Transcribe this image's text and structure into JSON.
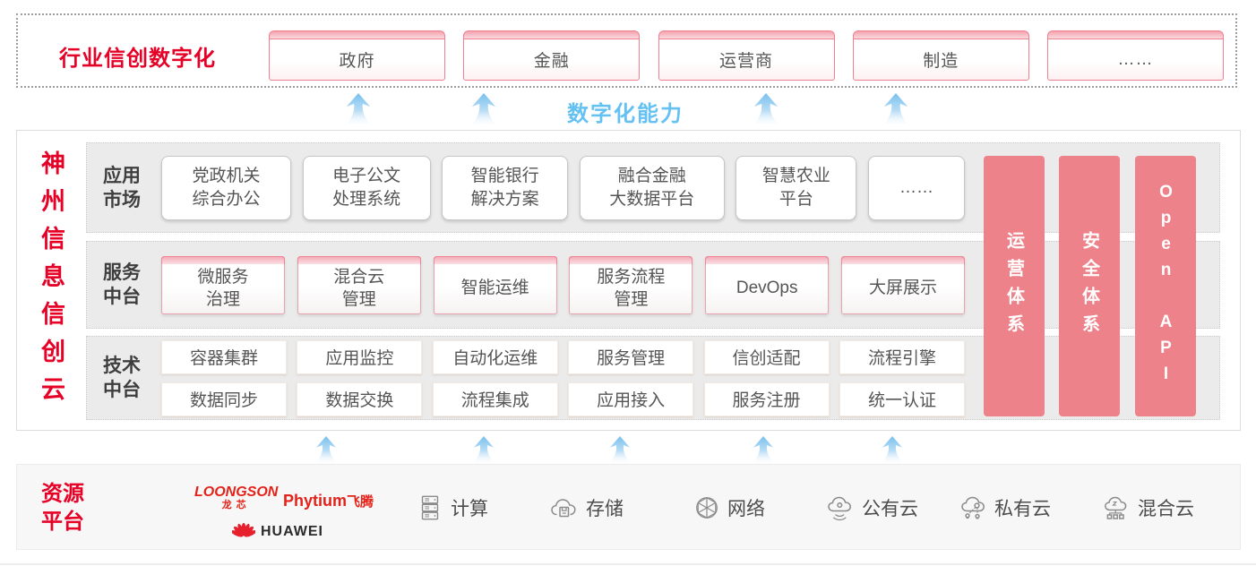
{
  "colors": {
    "brand_red": "#e60127",
    "pink_bar": "#ee828a",
    "capability_blue": "#64c1f2",
    "card_text": "#555555"
  },
  "top_banner": {
    "label": "行业信创数字化",
    "industries": [
      "政府",
      "金融",
      "运营商",
      "制造",
      "……"
    ]
  },
  "capability_label": "数字化能力",
  "platform": {
    "title": "神州信息信创云",
    "rows": [
      {
        "label": "应用市场",
        "label_lines": [
          "应用",
          "市场"
        ],
        "cards": [
          {
            "lines": [
              "党政机关",
              "综合办公"
            ]
          },
          {
            "lines": [
              "电子公文",
              "处理系统"
            ]
          },
          {
            "lines": [
              "智能银行",
              "解决方案"
            ]
          },
          {
            "lines": [
              "融合金融",
              "大数据平台"
            ]
          },
          {
            "lines": [
              "智慧农业",
              "平台"
            ]
          },
          {
            "lines": [
              "……"
            ]
          }
        ]
      },
      {
        "label": "服务中台",
        "label_lines": [
          "服务",
          "中台"
        ],
        "cards": [
          {
            "lines": [
              "微服务",
              "治理"
            ]
          },
          {
            "lines": [
              "混合云",
              "管理"
            ]
          },
          {
            "lines": [
              "智能运维"
            ]
          },
          {
            "lines": [
              "服务流程",
              "管理"
            ]
          },
          {
            "lines": [
              "DevOps"
            ]
          },
          {
            "lines": [
              "大屏展示"
            ]
          }
        ]
      },
      {
        "label": "技术中台",
        "label_lines": [
          "技术",
          "中台"
        ],
        "grid": [
          [
            "容器集群",
            "应用监控",
            "自动化运维",
            "服务管理",
            "信创适配",
            "流程引擎"
          ],
          [
            "数据同步",
            "数据交换",
            "流程集成",
            "应用接入",
            "服务注册",
            "统一认证"
          ]
        ]
      }
    ],
    "side_bars": [
      "运营体系",
      "安全体系",
      "Open API"
    ]
  },
  "resources": {
    "label": "资源平台",
    "label_lines": [
      "资源",
      "平台"
    ],
    "vendors": {
      "loongson": "LOONGSON",
      "loongson_cn": "龙芯",
      "phytium": "Phytium",
      "phytium_cn": "飞腾",
      "huawei": "HUAWEI"
    },
    "items": [
      {
        "icon": "compute-icon",
        "label": "计算"
      },
      {
        "icon": "storage-icon",
        "label": "存储"
      },
      {
        "icon": "network-icon",
        "label": "网络"
      },
      {
        "icon": "public-cloud-icon",
        "label": "公有云"
      },
      {
        "icon": "private-cloud-icon",
        "label": "私有云"
      },
      {
        "icon": "hybrid-cloud-icon",
        "label": "混合云"
      }
    ]
  }
}
